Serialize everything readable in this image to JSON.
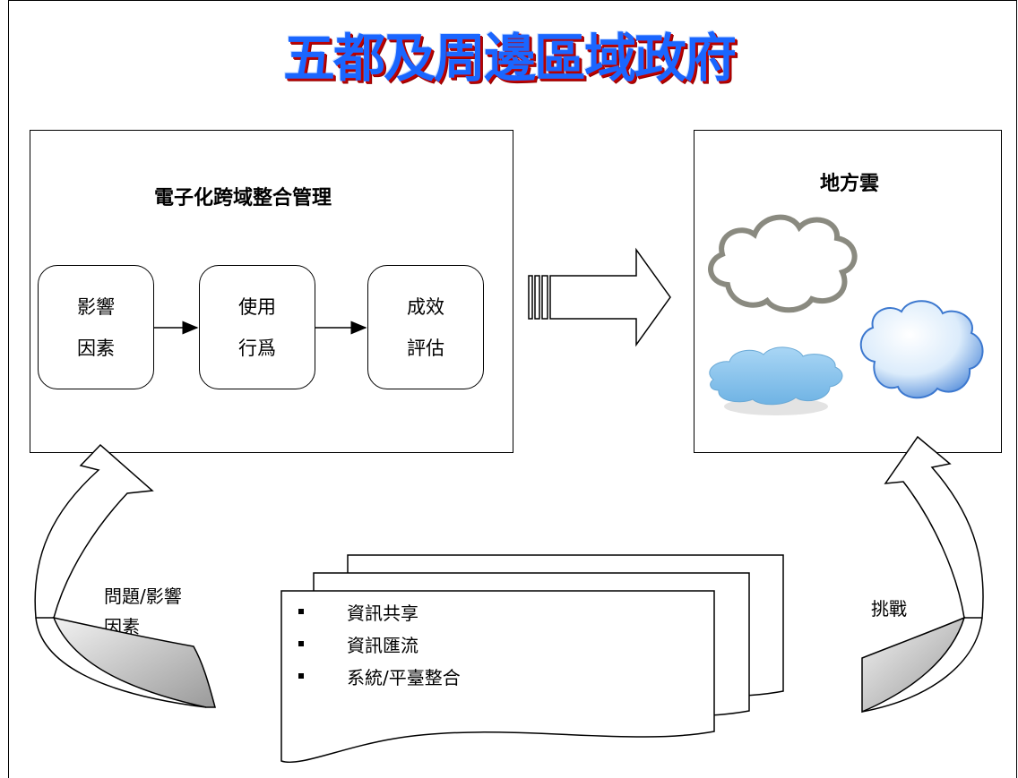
{
  "title": "五都及周邊區域政府",
  "left_panel": {
    "title": "電子化跨域整合管理",
    "steps": [
      {
        "line1": "影響",
        "line2": "因素"
      },
      {
        "line1": "使用",
        "line2": "行爲"
      },
      {
        "line1": "成效",
        "line2": "評估"
      }
    ]
  },
  "right_panel": {
    "title": "地方雲"
  },
  "left_cycle_label": {
    "line1": "問題/影響",
    "line2": "因素"
  },
  "right_cycle_label": "挑戰",
  "document": {
    "items": [
      "資訊共享",
      "資訊匯流",
      "系統/平臺整合"
    ]
  },
  "colors": {
    "title_fill": "#1a66ff",
    "title_shadow": "#c00000",
    "cloud_blue": "#7fbfe8",
    "cloud_outline": "#8a8a80",
    "curved_arrow_shade": "#bdbdbd"
  }
}
